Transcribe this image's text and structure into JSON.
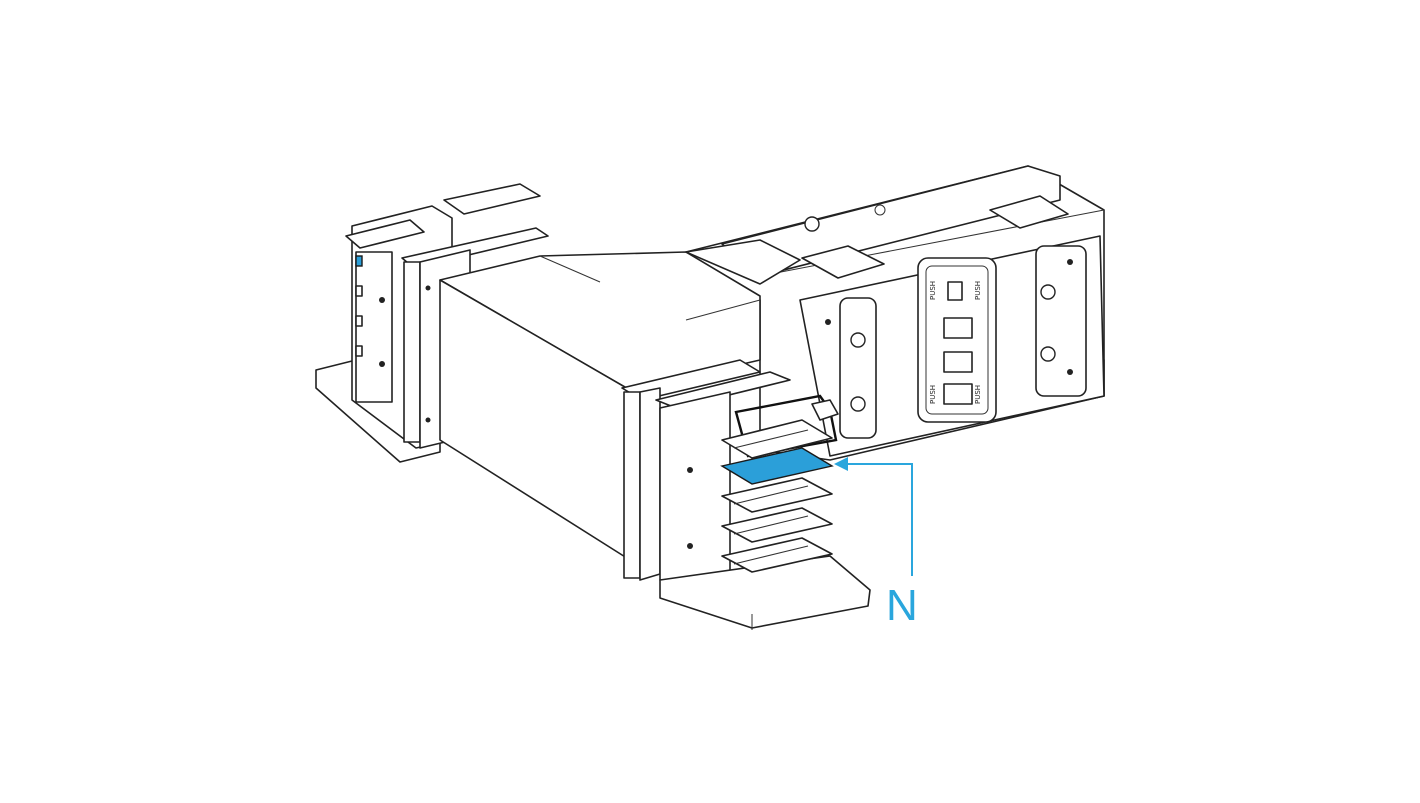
{
  "diagram": {
    "callout_label": "N",
    "push_labels": [
      "PUSH",
      "PUSH",
      "PUSH",
      "PUSH"
    ],
    "colors": {
      "neutral_bar": "#2b9fd9",
      "leader_line": "#2aa6dd",
      "outline": "#222222"
    }
  }
}
